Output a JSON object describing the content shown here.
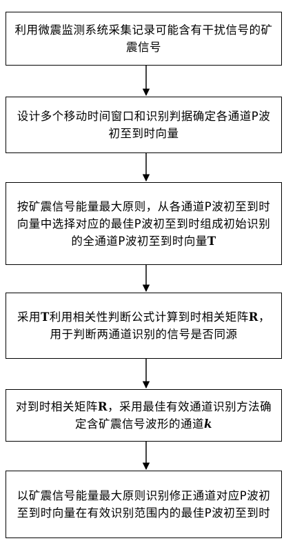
{
  "flowchart": {
    "steps": [
      {
        "id": "step-1",
        "text": "利用微震监测系统采集记录可能含有干扰信号的矿震信号"
      },
      {
        "id": "step-2",
        "text": "设计多个移动时间窗口和识别判据确定各通道P波初至到时向量"
      },
      {
        "id": "step-3",
        "text": "按矿震信号能量最大原则，从各通道P波初至到时向量中选择对应的最佳P波初至到时组成初始识别的全通道P波初至到时向量T"
      },
      {
        "id": "step-4",
        "text": "采用T利用相关性判断公式计算到时相关矩阵R，用于判断两通道识别的信号是否同源"
      },
      {
        "id": "step-5",
        "text": "对到时相关矩阵R，采用最佳有效通道识别方法确定含矿震信号波形的通道k"
      },
      {
        "id": "step-6",
        "text": "以矿震信号能量最大原则识别修正通道对应P波初至到时向量在有效识别范围内的最佳P波初至到时"
      }
    ],
    "line_color": "#000000"
  }
}
